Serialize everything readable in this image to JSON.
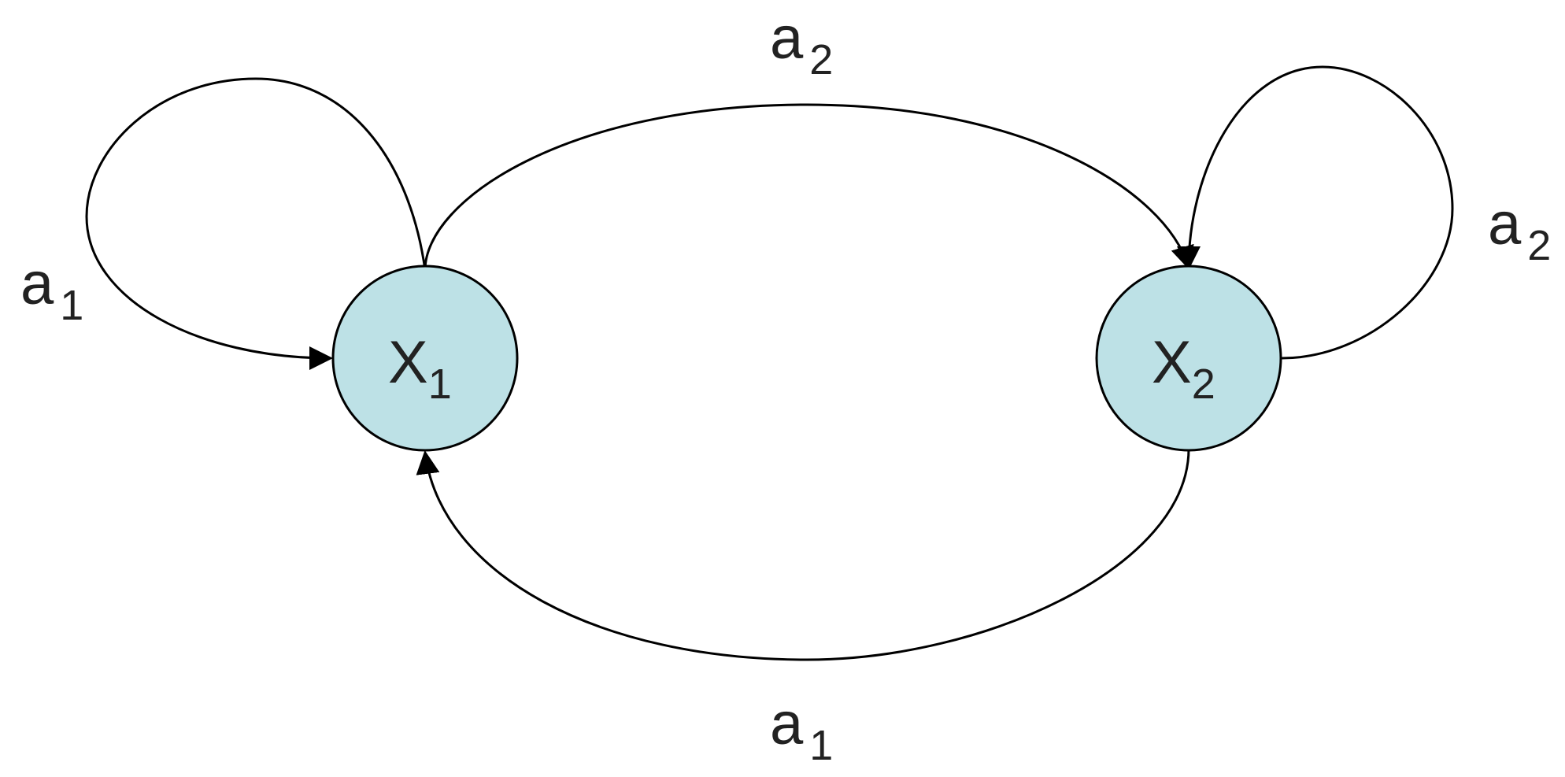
{
  "colors": {
    "node_fill": "#bde1e6",
    "stroke": "#000000",
    "text": "#222222"
  },
  "nodes": [
    {
      "id": "x1",
      "symbol": "X",
      "subscript": "1"
    },
    {
      "id": "x2",
      "symbol": "X",
      "subscript": "2"
    }
  ],
  "edges": [
    {
      "from": "x1",
      "to": "x1",
      "label": "a",
      "subscript": "1"
    },
    {
      "from": "x1",
      "to": "x2",
      "label": "a",
      "subscript": "2"
    },
    {
      "from": "x2",
      "to": "x2",
      "label": "a",
      "subscript": "2"
    },
    {
      "from": "x2",
      "to": "x1",
      "label": "a",
      "subscript": "1"
    }
  ]
}
